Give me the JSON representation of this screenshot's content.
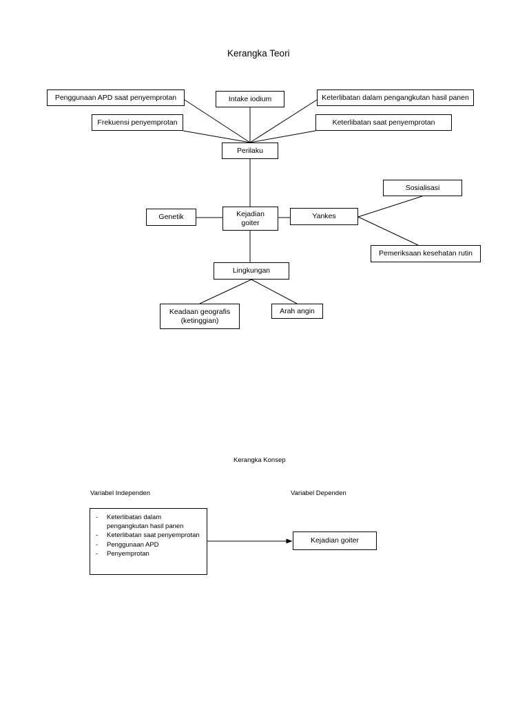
{
  "page": {
    "title": "Kerangka Teori",
    "subtitle": "Kerangka Konsep"
  },
  "theory_framework": {
    "nodes": {
      "apd": "Penggunaan APD saat penyemprotan",
      "intake": "Intake iodium",
      "pengangkutan": "Keterlibatan dalam pengangkutan hasil panen",
      "frekuensi": "Frekuensi penyemprotan",
      "keterlibatan_semprot": "Keterlibatan saat penyemprotan",
      "perilaku": "Perilaku",
      "genetik": "Genetik",
      "kejadian_line1": "Kejadian",
      "kejadian_line2": "goiter",
      "yankes": "Yankes",
      "sosialisasi": "Sosialisasi",
      "pemeriksaan": "Pemeriksaan kesehatan rutin",
      "lingkungan": "Lingkungan",
      "geografis_line1": "Keadaan geografis",
      "geografis_line2": "(ketinggian)",
      "arah_angin": "Arah angin"
    }
  },
  "concept_framework": {
    "independent_label": "Variabel Independen",
    "dependent_label": "Variabel Dependen",
    "independent_items": [
      "Keterlibatan dalam pengangkutan hasil panen",
      "Keterlibatan saat penyemprotan",
      "Penggunaan APD",
      "Penyemprotan"
    ],
    "bullet_marker": "-",
    "dependent_node": "Kejadian goiter"
  },
  "style": {
    "line_color": "#000000",
    "background": "#ffffff"
  }
}
